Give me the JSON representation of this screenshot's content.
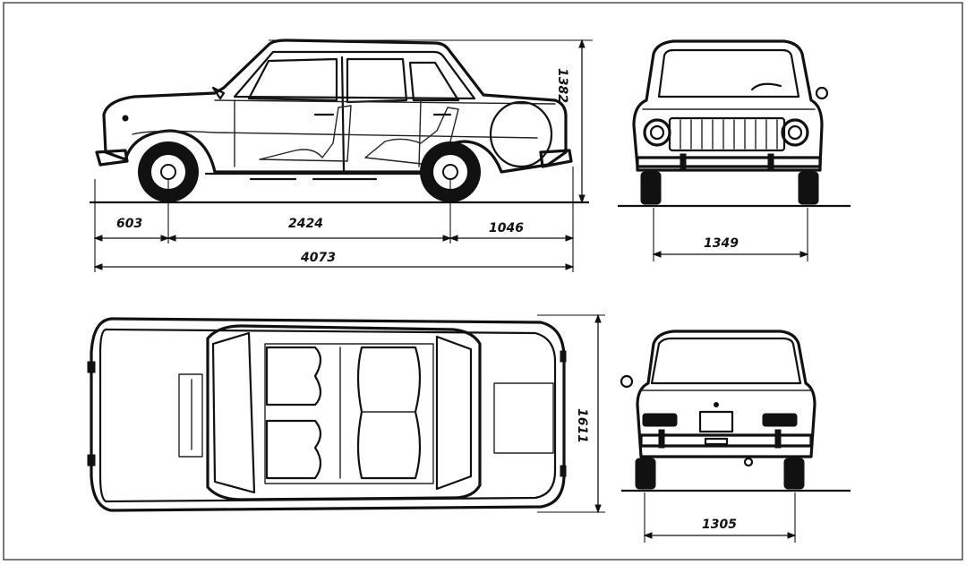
{
  "drawing": {
    "title": "",
    "ink_color": "#111111",
    "paper_color": "#ffffff",
    "views": [
      "side-view",
      "front-view",
      "top-view",
      "rear-view"
    ]
  },
  "dimensions": {
    "front_overhang": "603",
    "wheelbase": "2424",
    "rear_overhang": "1046",
    "overall_length": "4073",
    "overall_height": "1382",
    "front_track": "1349",
    "overall_width": "1611",
    "rear_track": "1305"
  }
}
